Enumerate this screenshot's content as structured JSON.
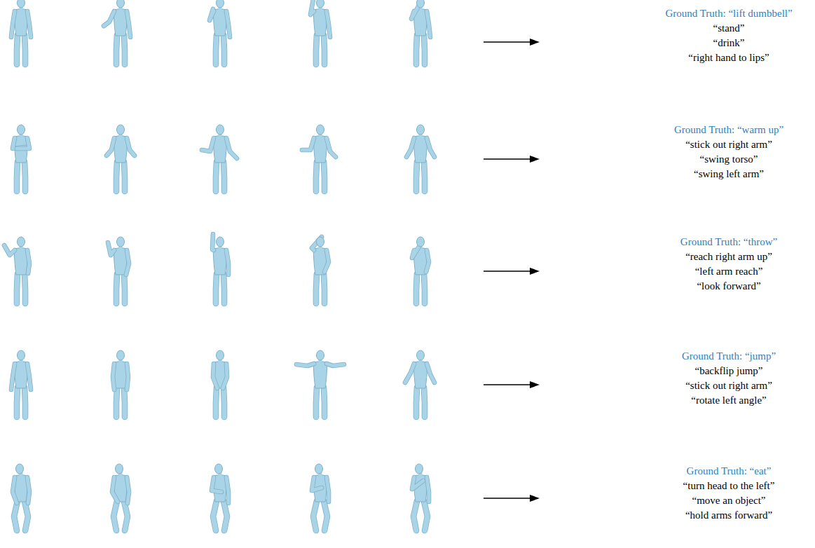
{
  "diagram": {
    "labels": [
      "Ground Truth: “lift dumbbell”",
      "“stand”",
      "“drink”",
      "“right hand to lips”",
      "Ground Truth: “warm up”",
      "“stick out right arm”",
      "“swing torso”",
      "“swing left arm”",
      "Ground Truth: “throw”",
      "“reach right arm up”",
      "“left arm reach”",
      "“look forward”",
      "Ground Truth: “jump”",
      "“backflip jump”",
      "“stick out right arm”",
      "“rotate left angle”",
      "Ground Truth: “eat”",
      "“turn head to the left”",
      "“move an object”",
      "“hold arms forward”"
    ]
  }
}
